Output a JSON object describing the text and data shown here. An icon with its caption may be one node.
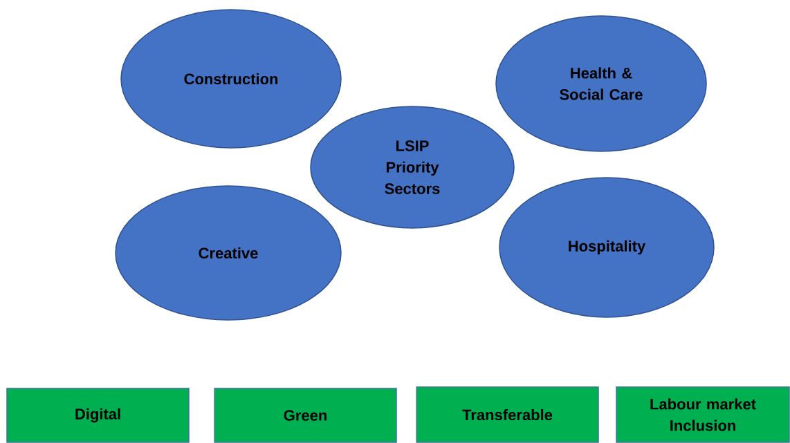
{
  "diagram": {
    "nodes": [
      {
        "text": [
          "Construction"
        ]
      },
      {
        "text": [
          "Health & Social Care"
        ]
      },
      {
        "text": [
          "LSIP Priority Sectors"
        ]
      },
      {
        "text": [
          "Creative"
        ]
      },
      {
        "text": [
          "Hospitality"
        ]
      },
      {
        "text": [
          "Digital"
        ]
      },
      {
        "text": [
          "Green"
        ]
      },
      {
        "text": [
          "Transferable"
        ]
      },
      {
        "text": [
          "Labour market Inclusion"
        ]
      }
    ]
  }
}
